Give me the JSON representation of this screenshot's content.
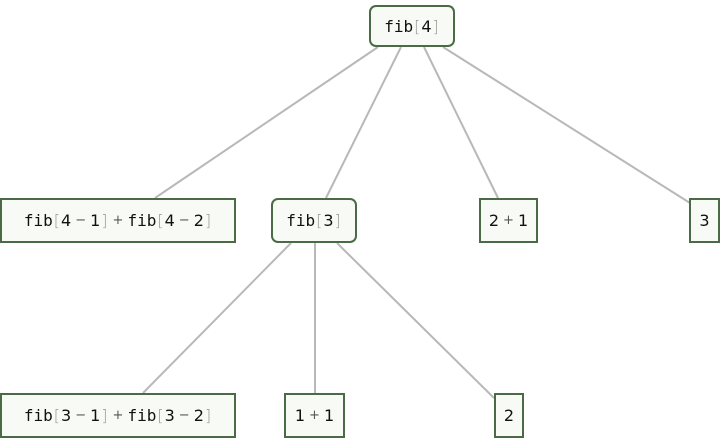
{
  "nodes": {
    "root": {
      "fn": "fib",
      "arg": "4"
    },
    "sum4": {
      "t1_fn": "fib",
      "t1_a": "4",
      "t1_op": "−",
      "t1_b": "1",
      "plus": "+",
      "t2_fn": "fib",
      "t2_a": "4",
      "t2_op": "−",
      "t2_b": "2"
    },
    "fib3": {
      "fn": "fib",
      "arg": "3"
    },
    "two_plus_one": {
      "a": "2",
      "op": "+",
      "b": "1"
    },
    "three": {
      "value": "3"
    },
    "sum3": {
      "t1_fn": "fib",
      "t1_a": "3",
      "t1_op": "−",
      "t1_b": "1",
      "plus": "+",
      "t2_fn": "fib",
      "t2_a": "3",
      "t2_op": "−",
      "t2_b": "2"
    },
    "one_plus_one": {
      "a": "1",
      "op": "+",
      "b": "1"
    },
    "two": {
      "value": "2"
    }
  },
  "brackets": {
    "open": "[",
    "close": "]"
  },
  "colors": {
    "edge": "#b8b8b8",
    "node_border": "#4a6b45",
    "node_fill": "#f7faf5"
  }
}
